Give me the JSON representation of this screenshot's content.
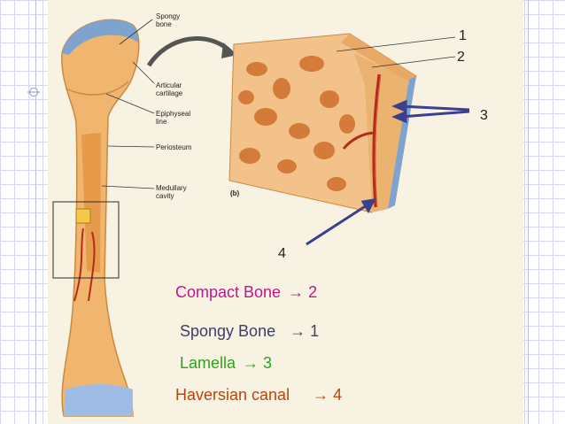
{
  "figure": {
    "labels": {
      "spongy_bone": "Spongy\nbone",
      "articular_cartilage": "Articular\ncartilage",
      "epiphyseal_line": "Epiphyseal\nline",
      "periosteum": "Periosteum",
      "medullary_cavity": "Medullary\ncavity",
      "panel_b": "(b)"
    },
    "numbers": {
      "n1": "1",
      "n2": "2",
      "n3": "3",
      "n4": "4"
    }
  },
  "key": [
    {
      "term": "Compact Bone",
      "arrow": "→ 2",
      "color": "#c0168f"
    },
    {
      "term": "Spongy Bone",
      "arrow": "→ 1",
      "color": "#3a3f66"
    },
    {
      "term": "Lamella",
      "arrow": "→ 3",
      "color": "#2fa11f"
    },
    {
      "term": "Haversian canal",
      "arrow": "→ 4",
      "color": "#b8450e"
    }
  ],
  "colors": {
    "bone": "#f0b66f",
    "vessel": "#b52b1e",
    "pointer": "#3b3f8f",
    "cartilage": "#7ea3cf"
  }
}
